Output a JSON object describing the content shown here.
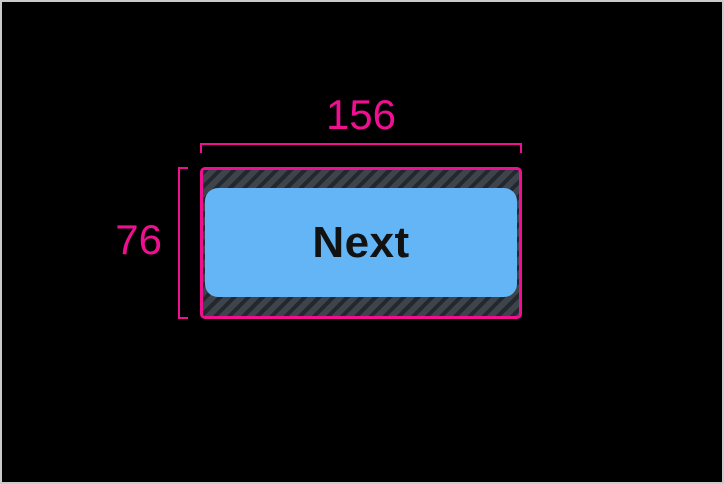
{
  "colors": {
    "accent": "#ef0f90",
    "button-fill": "#64b5f6",
    "button-text": "#121212",
    "hatch-bg": "#3d444c",
    "hatch-stripe": "#24282e",
    "canvas-bg": "#000000",
    "frame-border": "#cbcbcb"
  },
  "dimensions": {
    "width": {
      "label": "156"
    },
    "height": {
      "label": "76"
    }
  },
  "button": {
    "label": "Next"
  }
}
